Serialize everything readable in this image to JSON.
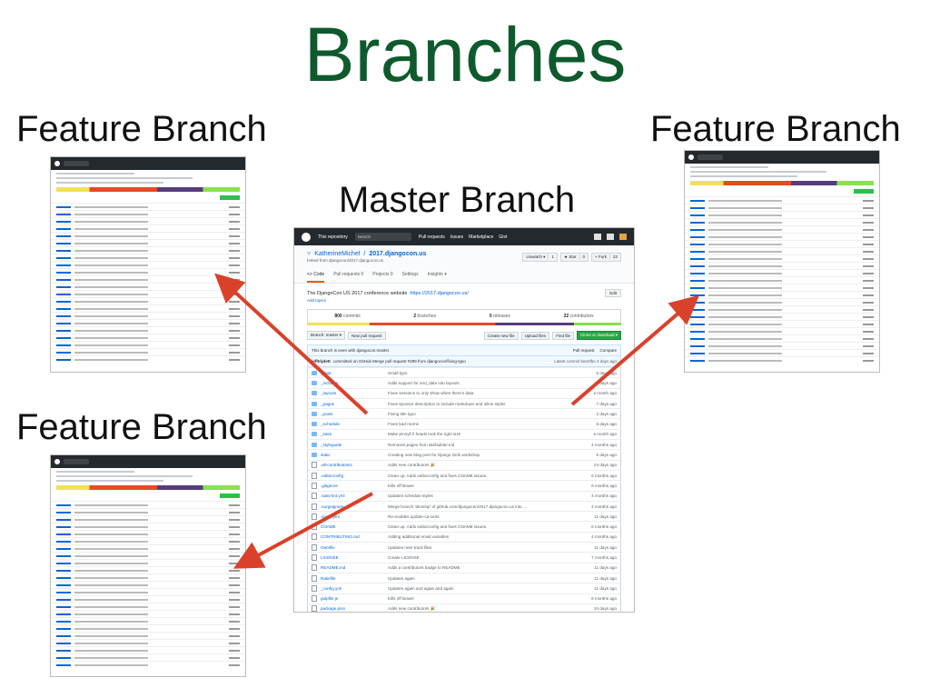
{
  "title": "Branches",
  "labels": {
    "top_left": "Feature Branch",
    "top_right": "Feature Branch",
    "bottom_left": "Feature Branch",
    "center": "Master Branch"
  },
  "colors": {
    "title": "#0f5a2c",
    "arrow": "#d9412a"
  },
  "master": {
    "header": {
      "scope": "This repository",
      "search_placeholder": "Search",
      "nav": [
        "Pull requests",
        "Issues",
        "Marketplace",
        "Gist"
      ]
    },
    "repo": {
      "owner": "KatherineMichel",
      "separator": " / ",
      "name": "2017.djangocon.us",
      "fork_note": "forked from djangocon/2017.djangocon.us"
    },
    "actions": {
      "unwatch": "Unwatch ▾",
      "unwatch_count": "1",
      "star": "★ Star",
      "star_count": "0",
      "fork": "⑂ Fork",
      "fork_count": "22"
    },
    "tabs": [
      "<> Code",
      "Pull requests 0",
      "Projects 0",
      "Settings",
      "Insights ▾"
    ],
    "description": "The DjangoCon US 2017 conference website",
    "url": "https://2017.djangocon.us/",
    "edit": "Edit",
    "topics": "Add topics",
    "summary": {
      "commits": "800",
      "commits_label": " commits",
      "branches": "2",
      "branches_label": " branches",
      "releases": "0",
      "releases_label": " releases",
      "contributors": "22",
      "contributors_label": " contributors"
    },
    "toolbar": {
      "branch": "Branch: master ▾",
      "new_pr": "New pull request",
      "create": "Create new file",
      "upload": "Upload files",
      "find": "Find file",
      "clone": "Clone or download ▾"
    },
    "even": {
      "text": "This branch is even with djangocon:master.",
      "pull": "Pull request",
      "compare": "Compare"
    },
    "commit": {
      "author": "jefftriplett",
      "text": "committed on GitHub  Merge pull request #299 from djangocon/fixing-typo",
      "latest": "Latest commit bee2fbe 2 days ago"
    },
    "files": [
      {
        "name": "_data",
        "message": "Small typo",
        "age": "6 days ago",
        "type": "dir"
      },
      {
        "name": "_includes",
        "message": "Adds support for end_date into layouts",
        "age": "5 days ago",
        "type": "dir"
      },
      {
        "name": "_layouts",
        "message": "Fixes sessions to only show when there's data",
        "age": "a month ago",
        "type": "dir"
      },
      {
        "name": "_pages",
        "message": "Fixes sponsor description to include markdown and inline styles",
        "age": "7 days ago",
        "type": "dir"
      },
      {
        "name": "_posts",
        "message": "Fixing title typo",
        "age": "2 days ago",
        "type": "dir"
      },
      {
        "name": "_schedule",
        "message": "Fixes bad rooms",
        "age": "6 days ago",
        "type": "dir"
      },
      {
        "name": "_sass",
        "message": "Make jennyll h heads look the right size",
        "age": "a month ago",
        "type": "dir"
      },
      {
        "name": "_styleguide",
        "message": "Removes pages from sitebuilder.md",
        "age": "4 months ago",
        "type": "dir"
      },
      {
        "name": "static",
        "message": "Creating new blog post for Django Girls workshop",
        "age": "5 days ago",
        "type": "dir"
      },
      {
        "name": ".all-contributorsrc",
        "message": "Adds new contributors 🎉",
        "age": "24 days ago",
        "type": "file"
      },
      {
        "name": ".editorconfig",
        "message": "Clean up. Adds editorconfig and fixes CNAME issues.",
        "age": "6 months ago",
        "type": "file"
      },
      {
        "name": ".gitignore",
        "message": "Kills off Bower",
        "age": "6 months ago",
        "type": "file"
      },
      {
        "name": ".sass-lint.yml",
        "message": "Updates schedule styles",
        "age": "4 months ago",
        "type": "file"
      },
      {
        "name": ".surgeignore",
        "message": "Merge branch 'develop' of github.com/djangocon/2017.djangocon.us into ...",
        "age": "4 months ago",
        "type": "file"
      },
      {
        "name": ".travis.yml",
        "message": "Re-enables update-ca-certs",
        "age": "11 days ago",
        "type": "file"
      },
      {
        "name": "CNAME",
        "message": "Clean up. Adds editorconfig and fixes CNAME issues.",
        "age": "6 months ago",
        "type": "file"
      },
      {
        "name": "CONTRIBUTING.md",
        "message": "Adding additional email variables",
        "age": "4 months ago",
        "type": "file"
      },
      {
        "name": "Gemfile",
        "message": "Updates neer track files",
        "age": "11 days ago",
        "type": "file"
      },
      {
        "name": "LICENSE",
        "message": "Create LICENSE",
        "age": "7 months ago",
        "type": "file"
      },
      {
        "name": "README.md",
        "message": "Adds a contributors badge to README",
        "age": "11 days ago",
        "type": "file"
      },
      {
        "name": "Rakefile",
        "message": "Updates again",
        "age": "11 days ago",
        "type": "file"
      },
      {
        "name": "_config.yml",
        "message": "Updates again and again and again",
        "age": "11 days ago",
        "type": "file"
      },
      {
        "name": "gulpfile.js",
        "message": "Kills off Bower",
        "age": "6 months ago",
        "type": "file"
      },
      {
        "name": "package.json",
        "message": "Adds new contributors 🎉",
        "age": "24 days ago",
        "type": "file"
      }
    ]
  }
}
